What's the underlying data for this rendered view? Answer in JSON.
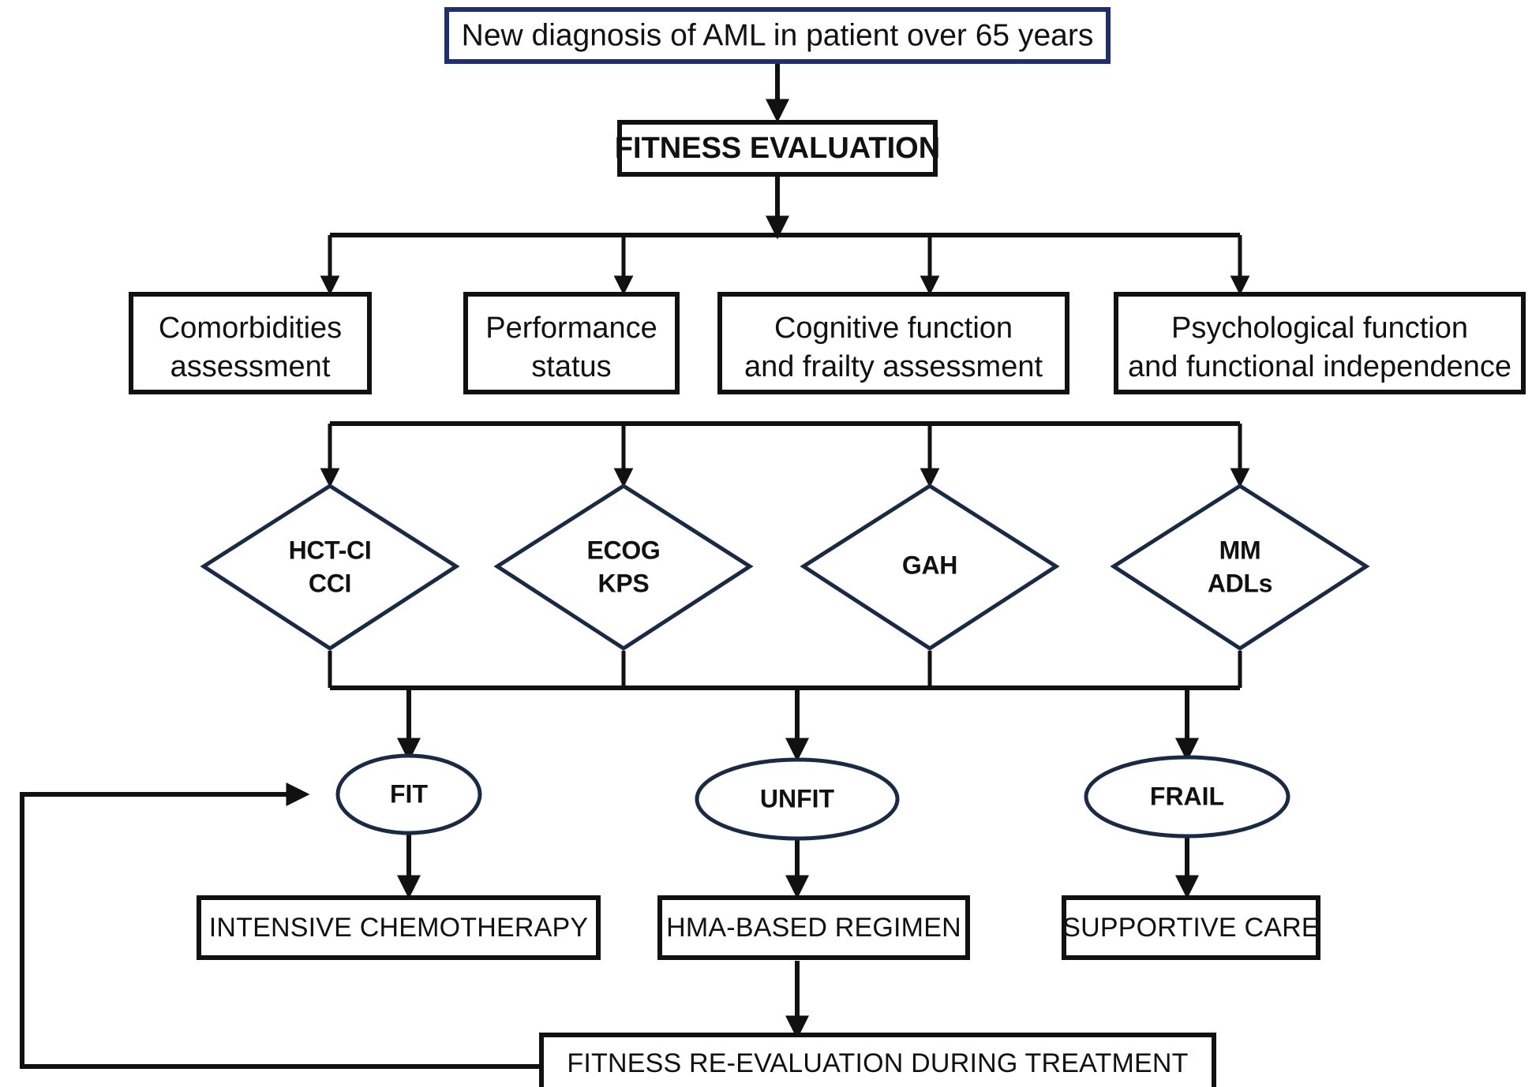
{
  "diagram": {
    "type": "flowchart",
    "title_node": {
      "label": "New diagnosis of AML in patient over 65 years",
      "border_color": "#1f2f6e"
    },
    "evaluation_node": {
      "label": "FITNESS EVALUATION"
    },
    "assessment_domains": [
      {
        "line1": "Comorbidities",
        "line2": "assessment"
      },
      {
        "line1": "Performance",
        "line2": "status"
      },
      {
        "line1": "Cognitive function",
        "line2": "and frailty assessment"
      },
      {
        "line1": "Psychological function",
        "line2": "and functional independence"
      }
    ],
    "assessment_tools": [
      {
        "line1": "HCT-CI",
        "line2": "CCI"
      },
      {
        "line1": "ECOG",
        "line2": "KPS"
      },
      {
        "line1": "GAH",
        "line2": ""
      },
      {
        "line1": "MM",
        "line2": "ADLs"
      }
    ],
    "fitness_categories": [
      {
        "label": "FIT"
      },
      {
        "label": "UNFIT"
      },
      {
        "label": "FRAIL"
      }
    ],
    "treatments": [
      {
        "label": "INTENSIVE CHEMOTHERAPY"
      },
      {
        "label": "HMA-BASED REGIMEN"
      },
      {
        "label": "SUPPORTIVE CARE"
      }
    ],
    "reevaluation_node": {
      "label": "FITNESS RE-EVALUATION DURING TREATMENT"
    },
    "colors": {
      "accent_border": "#1f2f6e",
      "node_stroke": "#111111",
      "shape_stroke": "#1b2a44",
      "background": "#ffffff",
      "text": "#111111"
    }
  }
}
